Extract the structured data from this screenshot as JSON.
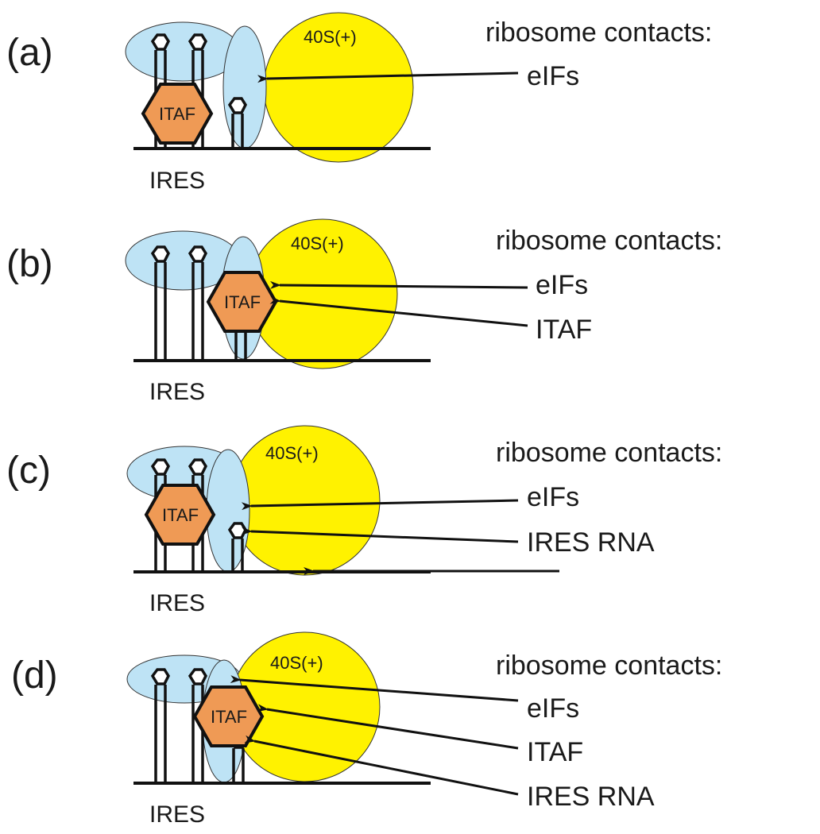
{
  "colors": {
    "ribosome": "#FFF200",
    "eif": "#BEE3F5",
    "itaf": "#EF9A55",
    "line": "#111111"
  },
  "panels": [
    {
      "label": "(a)",
      "ribosome_label": "40S(+)",
      "itaf_label": "ITAF",
      "ires_label": "IRES",
      "contacts_title": "ribosome contacts:",
      "contacts": [
        "eIFs"
      ]
    },
    {
      "label": "(b)",
      "ribosome_label": "40S(+)",
      "itaf_label": "ITAF",
      "ires_label": "IRES",
      "contacts_title": "ribosome contacts:",
      "contacts": [
        "eIFs",
        "ITAF"
      ]
    },
    {
      "label": "(c)",
      "ribosome_label": "40S(+)",
      "itaf_label": "ITAF",
      "ires_label": "IRES",
      "contacts_title": "ribosome contacts:",
      "contacts": [
        "eIFs",
        "IRES RNA"
      ]
    },
    {
      "label": "(d)",
      "ribosome_label": "40S(+)",
      "itaf_label": "ITAF",
      "ires_label": "IRES",
      "contacts_title": "ribosome contacts:",
      "contacts": [
        "eIFs",
        "ITAF",
        "IRES RNA"
      ]
    }
  ]
}
